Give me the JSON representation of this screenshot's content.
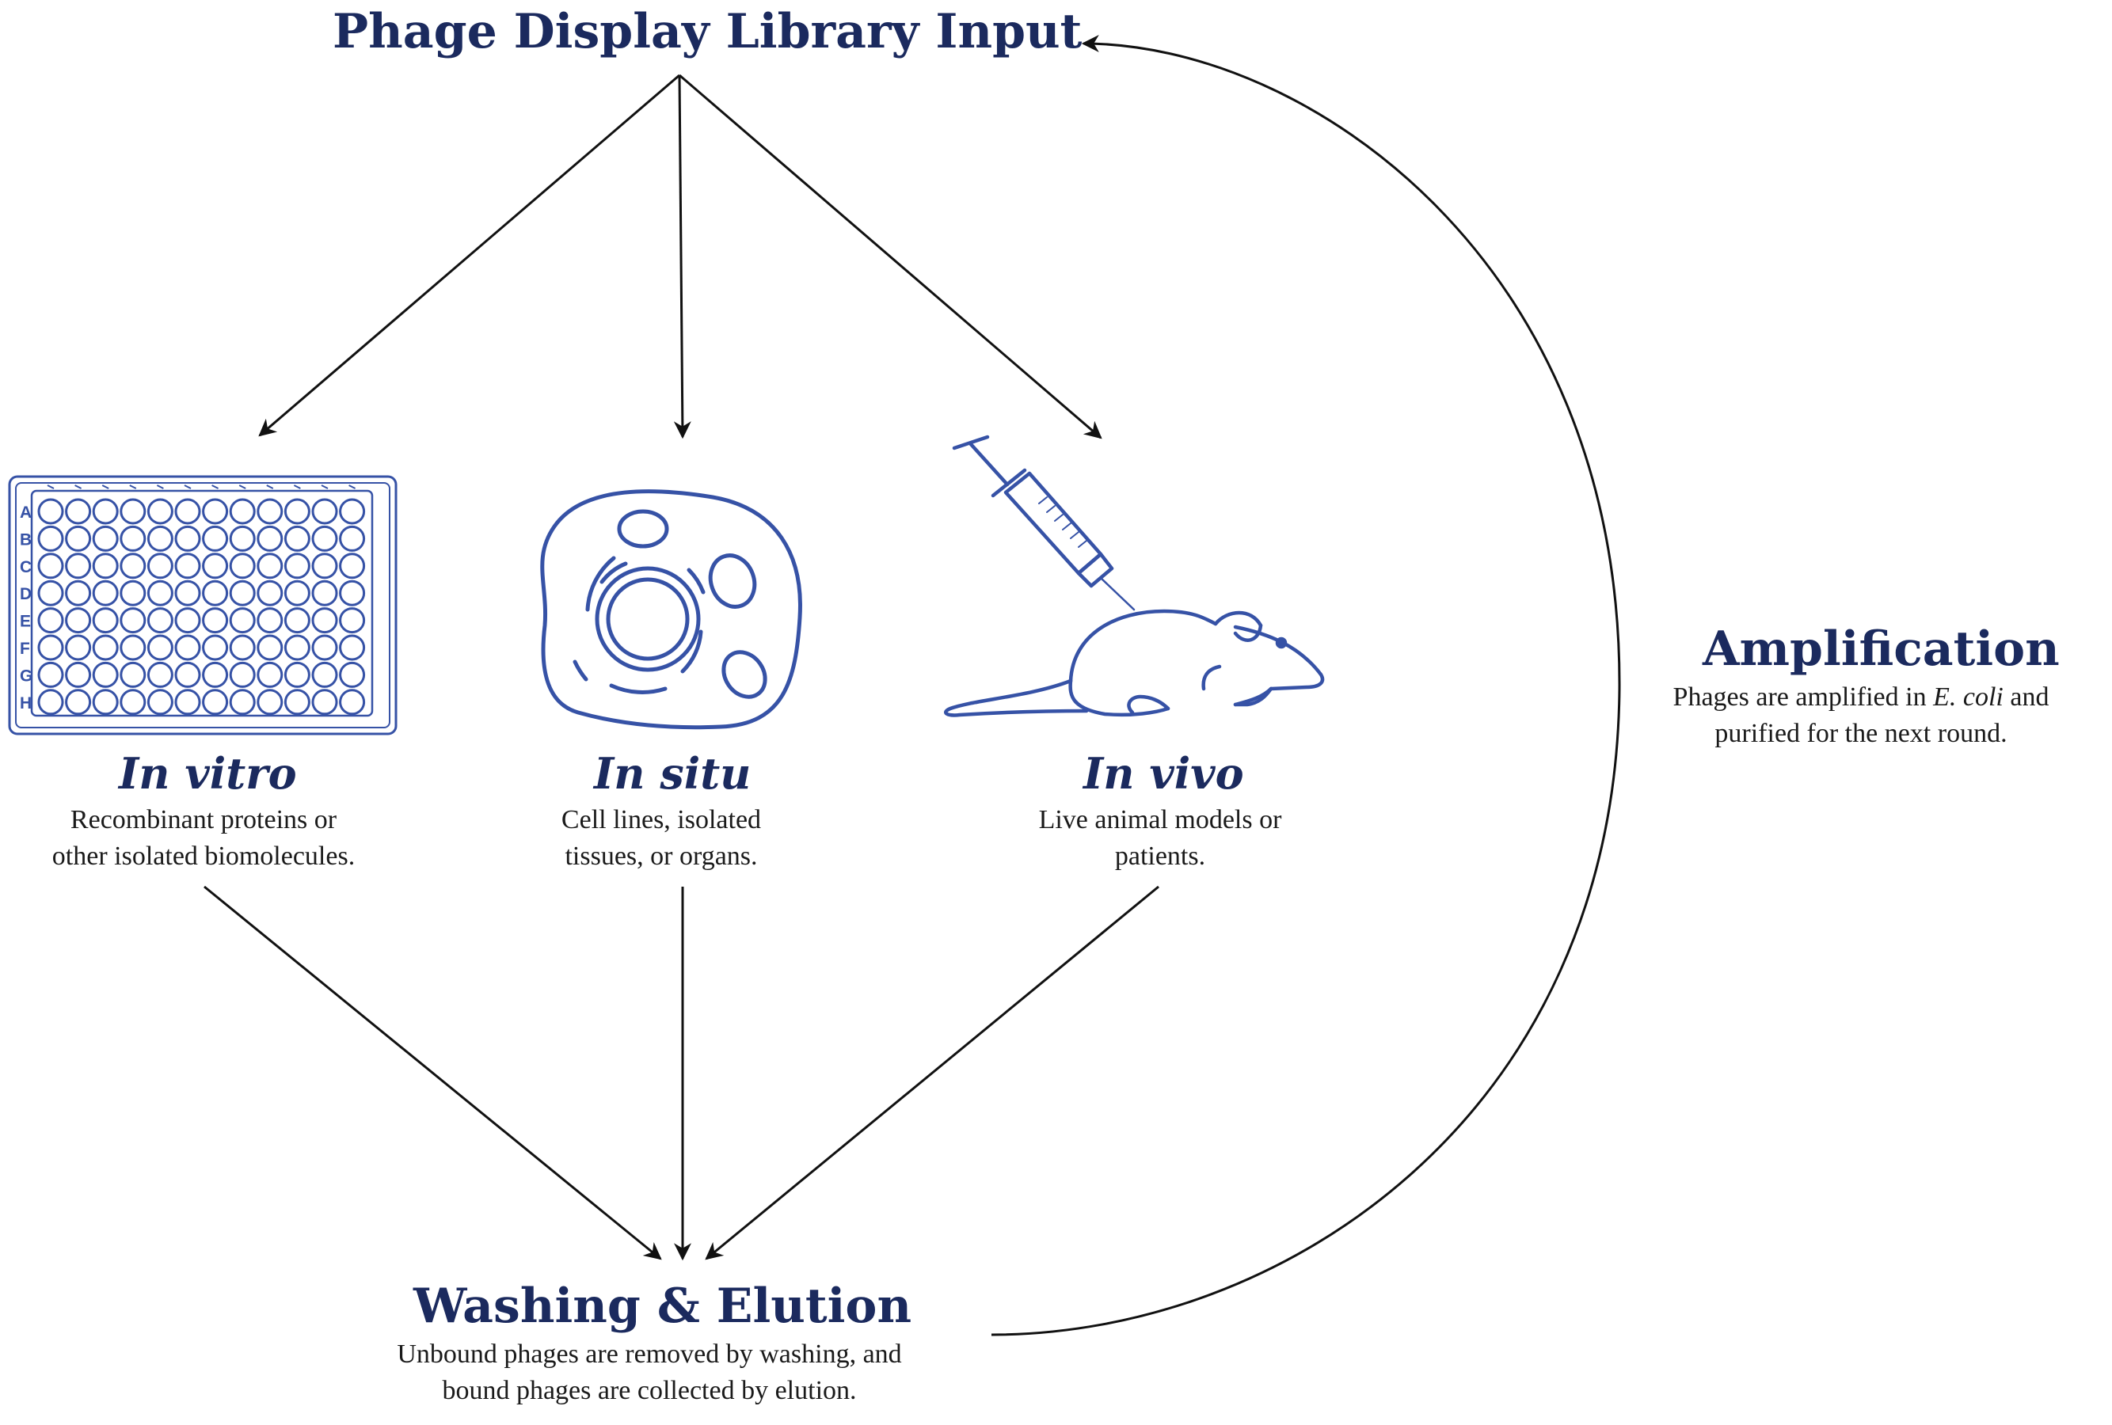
{
  "colors": {
    "title_navy": "#1b2a5e",
    "icon_blue": "#3652a6",
    "arrow_black": "#111111",
    "text_black": "#1a1a1a"
  },
  "top": {
    "title": "Phage Display Library Input"
  },
  "nodes": {
    "in_vitro": {
      "label": "In vitro",
      "desc_line1": "Recombinant proteins or",
      "desc_line2": "other isolated biomolecules.",
      "icon": "96-well-plate-icon",
      "plate_rows": [
        "A",
        "B",
        "C",
        "D",
        "E",
        "F",
        "G",
        "H"
      ]
    },
    "in_situ": {
      "label": "In situ",
      "desc_line1": "Cell lines, isolated",
      "desc_line2": "tissues, or organs.",
      "icon": "cell-icon"
    },
    "in_vivo": {
      "label": "In vivo",
      "desc_line1": "Live animal models or",
      "desc_line2": "patients.",
      "icon": "syringe-mouse-icon"
    }
  },
  "bottom": {
    "title": "Washing & Elution",
    "desc_line1": "Unbound phages are removed by washing, and",
    "desc_line2": "bound phages are collected by elution."
  },
  "side": {
    "title": "Amplification",
    "desc_line1_pre": "Phages are amplified in ",
    "desc_line1_em": "E. coli",
    "desc_line1_post": " and",
    "desc_line2": "purified for the next round."
  }
}
